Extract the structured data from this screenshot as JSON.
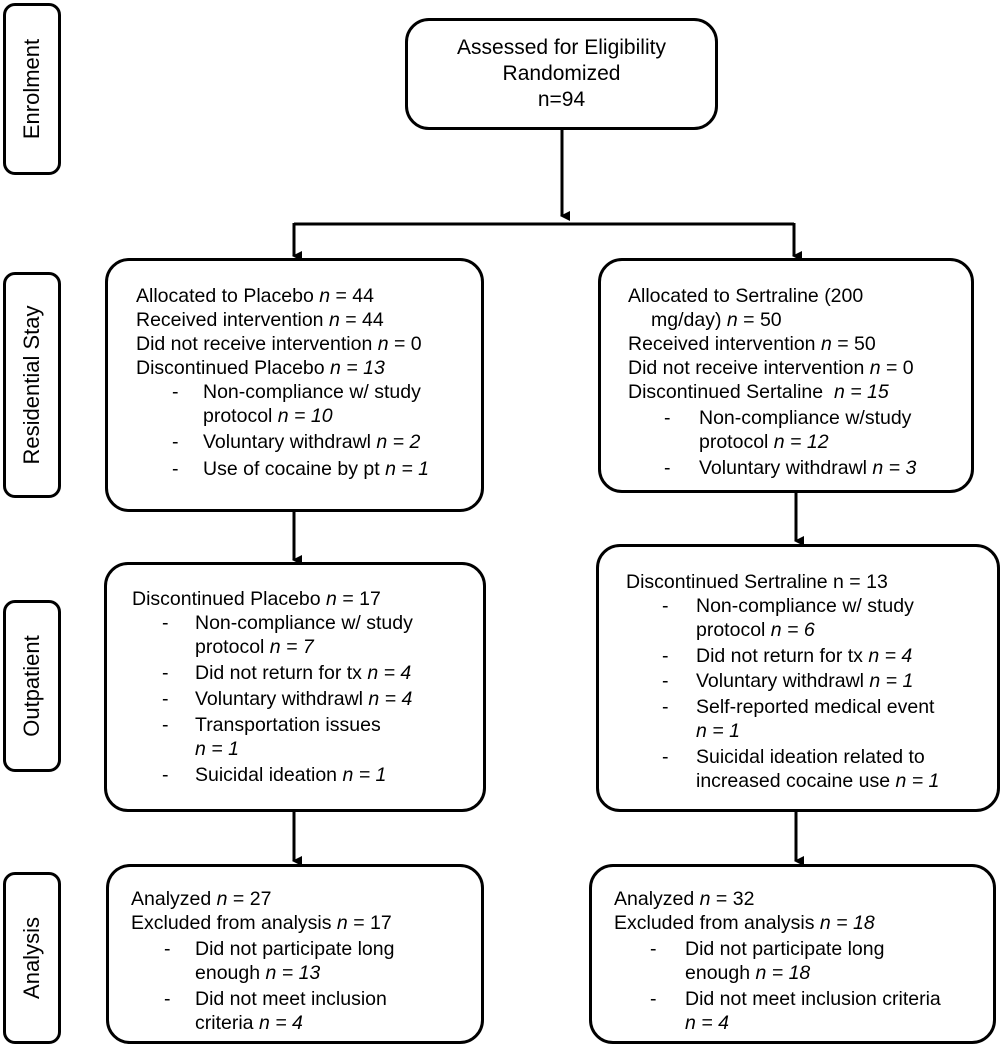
{
  "stages": {
    "enrolment": "Enrolment",
    "residential": "Residential Stay",
    "outpatient": "Outpatient",
    "analysis": "Analysis"
  },
  "top_box": {
    "line1": "Assessed for Eligibility",
    "line2": "Randomized",
    "line3": "n=94"
  },
  "placebo": {
    "residential": {
      "l1": "Allocated to Placebo ",
      "l1n": "n",
      "l1v": " = 44",
      "l2": "Received intervention ",
      "l2n": "n",
      "l2v": " = 44",
      "l3": "Did not receive intervention ",
      "l3n": "n",
      "l3v": " = 0",
      "l4": "Discontinued Placebo ",
      "l4n": "n = 13",
      "b1a": "Non-compliance w/ study",
      "b1b": "protocol ",
      "b1n": "n = 10",
      "b2": "Voluntary withdrawl ",
      "b2n": "n = 2",
      "b3": "Use of cocaine by pt ",
      "b3n": "n = 1"
    },
    "outpatient": {
      "l1": "Discontinued Placebo ",
      "l1n": "n",
      "l1v": " = 17",
      "b1a": "Non-compliance w/ study",
      "b1b": "protocol ",
      "b1n": "n = 7",
      "b2": "Did not return for tx ",
      "b2n": "n = 4",
      "b3": "Voluntary withdrawl ",
      "b3n": "n = 4",
      "b4a": "Transportation issues",
      "b4n": "n = 1",
      "b5": "Suicidal ideation ",
      "b5n": "n = 1"
    },
    "analysis": {
      "l1": "Analyzed ",
      "l1n": "n",
      "l1v": " = 27",
      "l2": "Excluded from analysis ",
      "l2n": "n",
      "l2v": " = 17",
      "b1a": "Did not participate long",
      "b1b": "enough ",
      "b1n": "n = 13",
      "b2a": "Did not meet inclusion",
      "b2b": "criteria ",
      "b2n": "n = 4"
    }
  },
  "sertraline": {
    "residential": {
      "l1": "Allocated to Sertraline (200",
      "l2": "mg/day) ",
      "l2n": "n",
      "l2v": " = 50",
      "l3": "Received intervention ",
      "l3n": "n",
      "l3v": " = 50",
      "l4": "Did not receive intervention ",
      "l4n": "n",
      "l4v": " = 0",
      "l5": "Discontinued Sertaline  ",
      "l5n": "n = 15",
      "b1a": "Non-compliance w/study",
      "b1b": "protocol ",
      "b1n": "n = 12",
      "b2": "Voluntary withdrawl ",
      "b2n": "n = 3"
    },
    "outpatient": {
      "l1": "Discontinued Sertraline n = 13",
      "b1a": "Non-compliance w/ study",
      "b1b": "protocol ",
      "b1n": "n = 6",
      "b2": "Did not return for tx ",
      "b2n": "n = 4",
      "b3": "Voluntary withdrawl ",
      "b3n": "n = 1",
      "b4a": "Self-reported medical event",
      "b4n": "n = 1",
      "b5a": "Suicidal ideation related to",
      "b5b": "increased cocaine use ",
      "b5n": "n = 1"
    },
    "analysis": {
      "l1": "Analyzed ",
      "l1n": "n",
      "l1v": " = 32",
      "l2": "Excluded from analysis ",
      "l2n": "n = 18",
      "b1a": "Did not participate long",
      "b1b": "enough ",
      "b1n": "n = 18",
      "b2a": "Did not meet inclusion criteria",
      "b2n": "n = 4"
    }
  },
  "bullet": "-"
}
